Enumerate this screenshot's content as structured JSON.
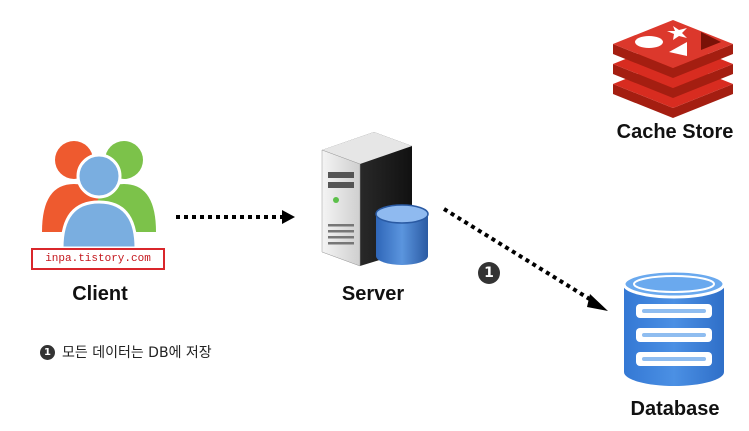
{
  "nodes": {
    "client": "Client",
    "server": "Server",
    "cache": "Cache Store",
    "database": "Database"
  },
  "watermark": "inpa.tistory.com",
  "step_badge": "1",
  "note": {
    "badge": "1",
    "text": "모든 데이터는 DB에 저장"
  },
  "colors": {
    "arrow": "#000000",
    "cache_red": "#d82c20",
    "db_blue": "#3f86d8"
  }
}
